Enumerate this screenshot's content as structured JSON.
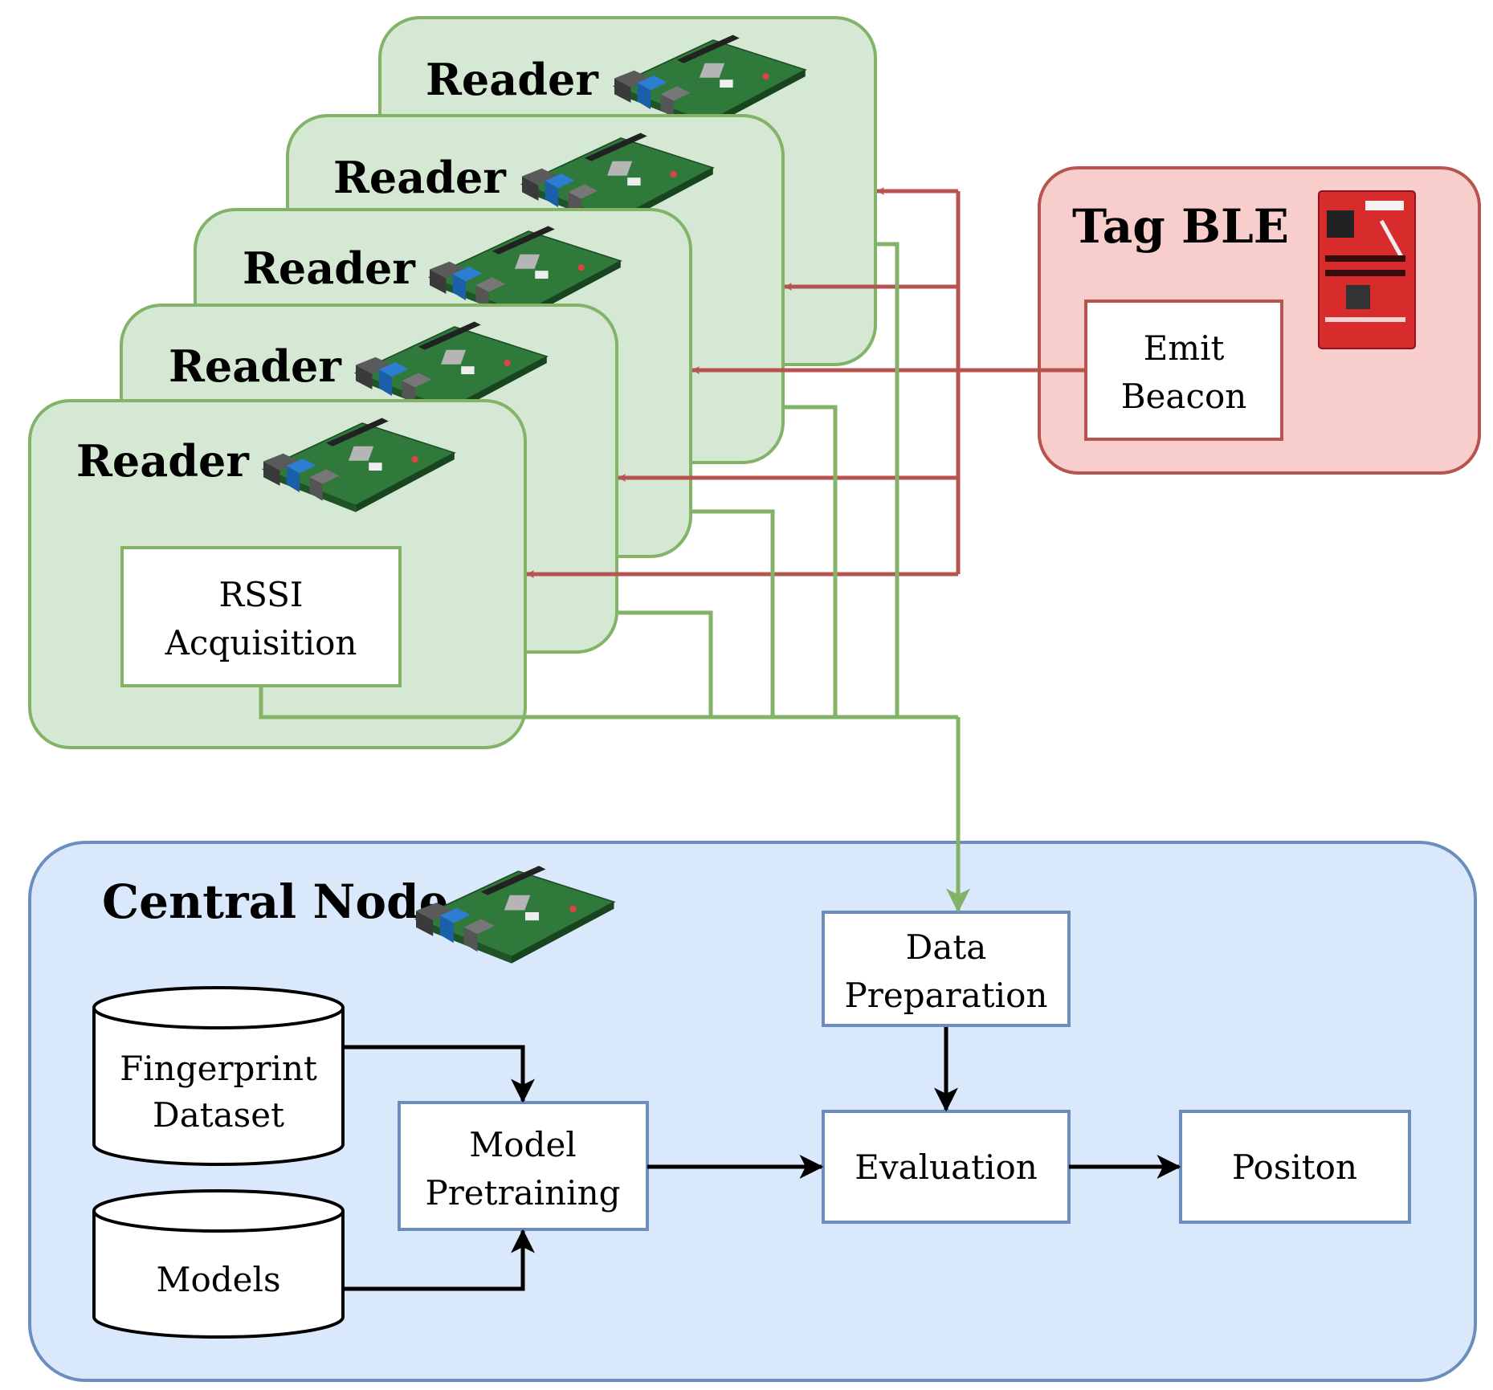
{
  "readers": {
    "title": "Reader",
    "count": 5,
    "box_label_line1": "RSSI",
    "box_label_line2": "Acquisition"
  },
  "tag": {
    "title": "Tag BLE",
    "box_label_line1": "Emit",
    "box_label_line2": "Beacon"
  },
  "central": {
    "title": "Central Node",
    "fingerprint_line1": "Fingerprint",
    "fingerprint_line2": "Dataset",
    "models": "Models",
    "pretraining_line1": "Model",
    "pretraining_line2": "Pretraining",
    "dataprep_line1": "Data",
    "dataprep_line2": "Preparation",
    "evaluation": "Evaluation",
    "position": "Positon"
  },
  "colors": {
    "reader_fill": "#d5e8d4",
    "reader_stroke": "#82b366",
    "tag_fill": "#f8cecc",
    "tag_stroke": "#b85450",
    "central_fill": "#dae8fc",
    "central_stroke": "#6c8ebf",
    "green_line": "#82b366",
    "red_line": "#b85450"
  }
}
